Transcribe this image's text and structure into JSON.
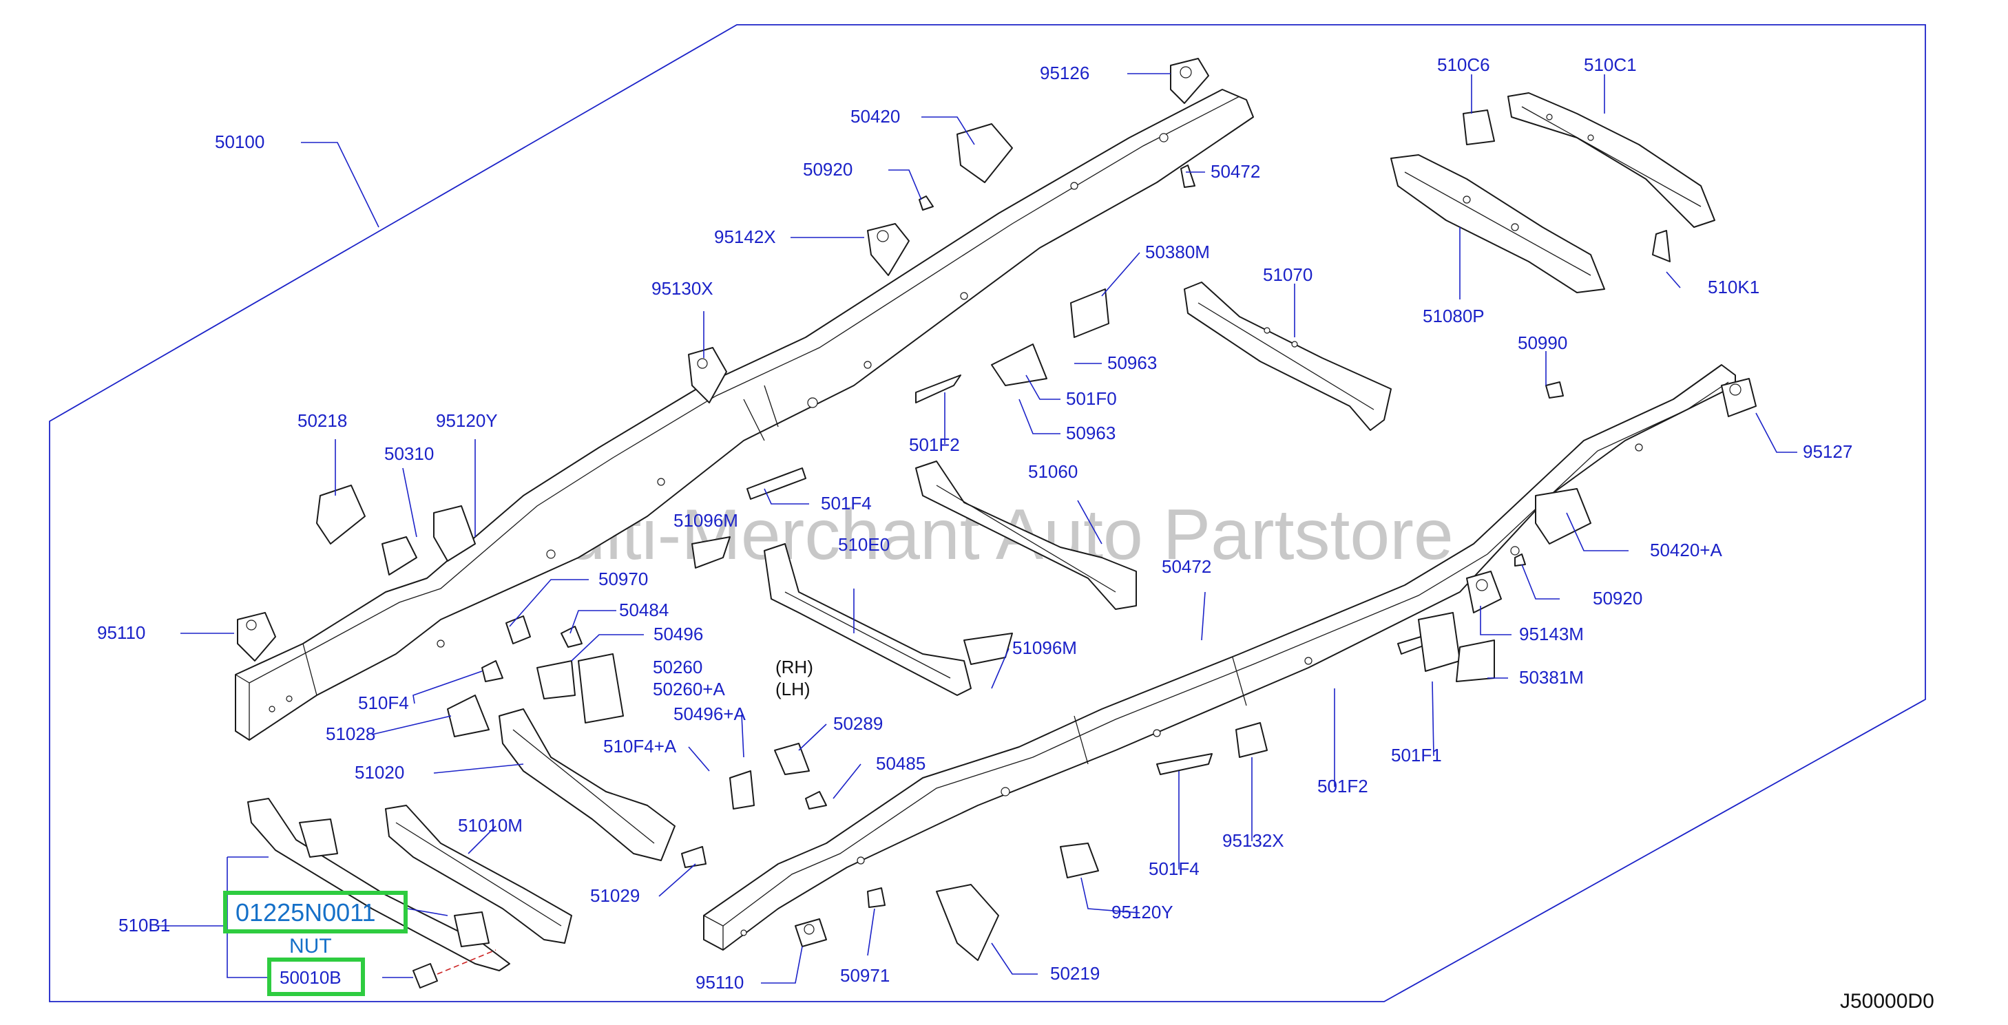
{
  "diagram": {
    "code": "J50000D0",
    "watermark": "Multi-Merchant Auto Partstore",
    "highlight_color": "#2ecc40",
    "label_color": "#1b22c8",
    "highlighted": {
      "part_number": "01225N0011",
      "part_name": "NUT",
      "part_ref": "50010B"
    },
    "side_labels": {
      "rh": "(RH)",
      "lh": "(LH)"
    },
    "parts": [
      "50100",
      "95126",
      "50420",
      "50920",
      "95142X",
      "50472",
      "510C6",
      "510C1",
      "51080P",
      "510K1",
      "50380M",
      "51070",
      "50963",
      "501F0",
      "50963",
      "95130X",
      "501F2",
      "50990",
      "95127",
      "50218",
      "95120Y",
      "50310",
      "501F4",
      "51096M",
      "51060",
      "510E0",
      "50420+A",
      "50472",
      "50920",
      "95143M",
      "95110",
      "50970",
      "50484",
      "50496",
      "50260",
      "50260+A",
      "(RH)",
      "(LH)",
      "51096M",
      "50381M",
      "510F4",
      "51028",
      "50496+A",
      "50289",
      "510F4+A",
      "501F1",
      "501F2",
      "51020",
      "50485",
      "501F4",
      "95132X",
      "51010M",
      "51029",
      "95120Y",
      "510B1",
      "95110",
      "50971",
      "50219"
    ]
  }
}
